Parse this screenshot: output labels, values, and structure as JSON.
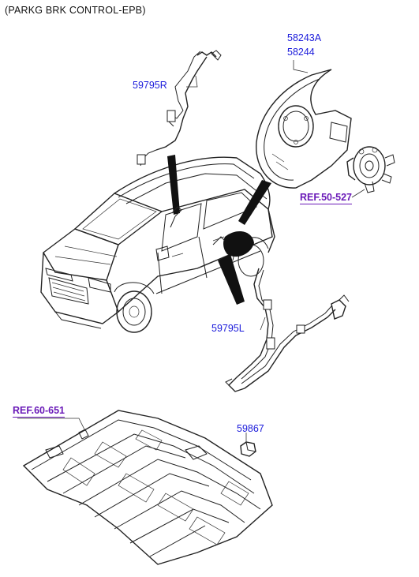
{
  "title": "(PARKG BRK CONTROL-EPB)",
  "labels": {
    "disc_cover": "58243A",
    "disc_cover_alt": "58244",
    "sensor_right": "59795R",
    "sensor_left": "59795L",
    "grommet": "59867"
  },
  "references": {
    "hub": "REF.50-527",
    "floor": "REF.60-651"
  },
  "colors": {
    "part_label": "#1a1adb",
    "reference_label": "#6a1ab8",
    "linework": "#222222"
  }
}
